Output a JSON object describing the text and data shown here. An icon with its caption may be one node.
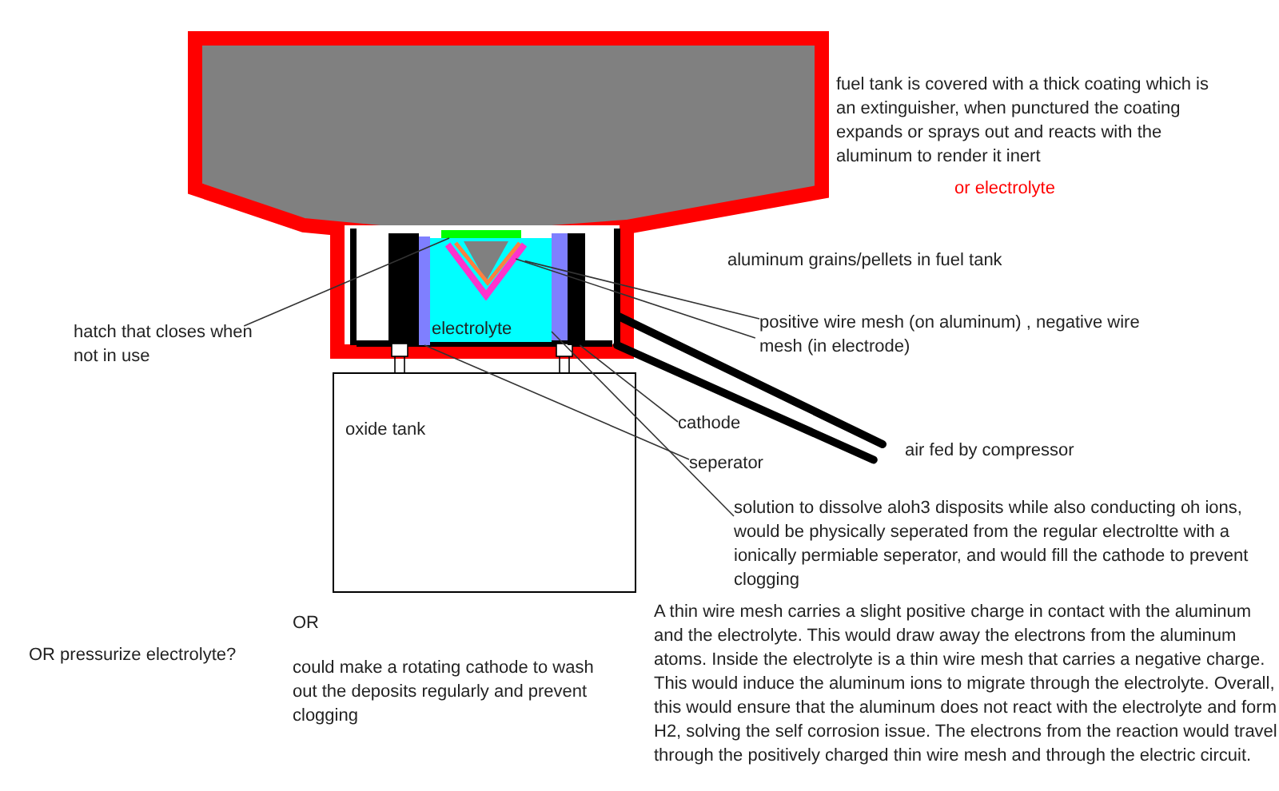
{
  "diagram": {
    "nodes": [
      {
        "text": [
          "hatch that closes when not in use"
        ]
      },
      {
        "text": [],
        "shape": "bar"
      },
      {
        "text": [
          "positive wire mesh (on aluminum) , negative wire mesh (in electrode)"
        ]
      },
      {
        "text": [],
        "shape": "wire",
        "in": 10
      },
      {
        "text": [],
        "shape": "wire",
        "in": 3
      },
      {
        "text": [
          "cathode"
        ]
      },
      {
        "text": [],
        "shape": "bar"
      },
      {
        "text": [
          "seperator"
        ]
      },
      {
        "text": [],
        "shape": "bar"
      },
      {
        "text": [
          "solution to dissolve aloh3 disposits while also conducting oh ions, would be physically seperated from the regular electroltte with a ionically permiable seperator, and would fill the cathode to prevent clogging"
        ]
      },
      {
        "text": [
          "electrolyte"
        ]
      },
      {
        "text": [
          "oxide tank"
        ]
      },
      {
        "text": [
          "air fed by compressor"
        ]
      }
    ],
    "edges": [
      {
        "from": 0,
        "to": 1,
        "arrow": "none"
      },
      {
        "from": 2,
        "to": 3,
        "arrow": "none"
      },
      {
        "from": 2,
        "to": 4,
        "arrow": "none"
      },
      {
        "from": 5,
        "to": 6,
        "arrow": "none"
      },
      {
        "from": 7,
        "to": 8,
        "arrow": "none"
      },
      {
        "from": 9,
        "to": 10,
        "arrow": "none"
      },
      {
        "from": 12,
        "to": null,
        "arrow": "none",
        "style": "thick",
        "color": "#000000"
      },
      {
        "from": 12,
        "to": null,
        "arrow": "none",
        "style": "thick",
        "color": "#000000"
      }
    ],
    "labels": [
      "fuel tank is covered with a thick coating which is an extinguisher, when punctured the coating expands or sprays out and reacts with the aluminum to render it inert",
      "or electrolyte",
      "aluminum grains/pellets in fuel tank",
      "OR",
      "OR pressurize electrolyte?",
      "could make a rotating cathode to wash out the deposits regularly and prevent clogging",
      "A thin wire mesh carries a slight positive charge in contact with the aluminum and the electrolyte. This would draw away the electrons from the aluminum atoms. Inside the electrolyte is a thin wire mesh that carries a negative charge. This would induce the aluminum ions to migrate through the electrolyte. Overall, this would ensure that the aluminum does not react with the electrolyte and form H2, solving the self corrosion issue. The electrons from the reaction would travel through the positively charged thin wire mesh and through the electric circuit."
    ]
  }
}
